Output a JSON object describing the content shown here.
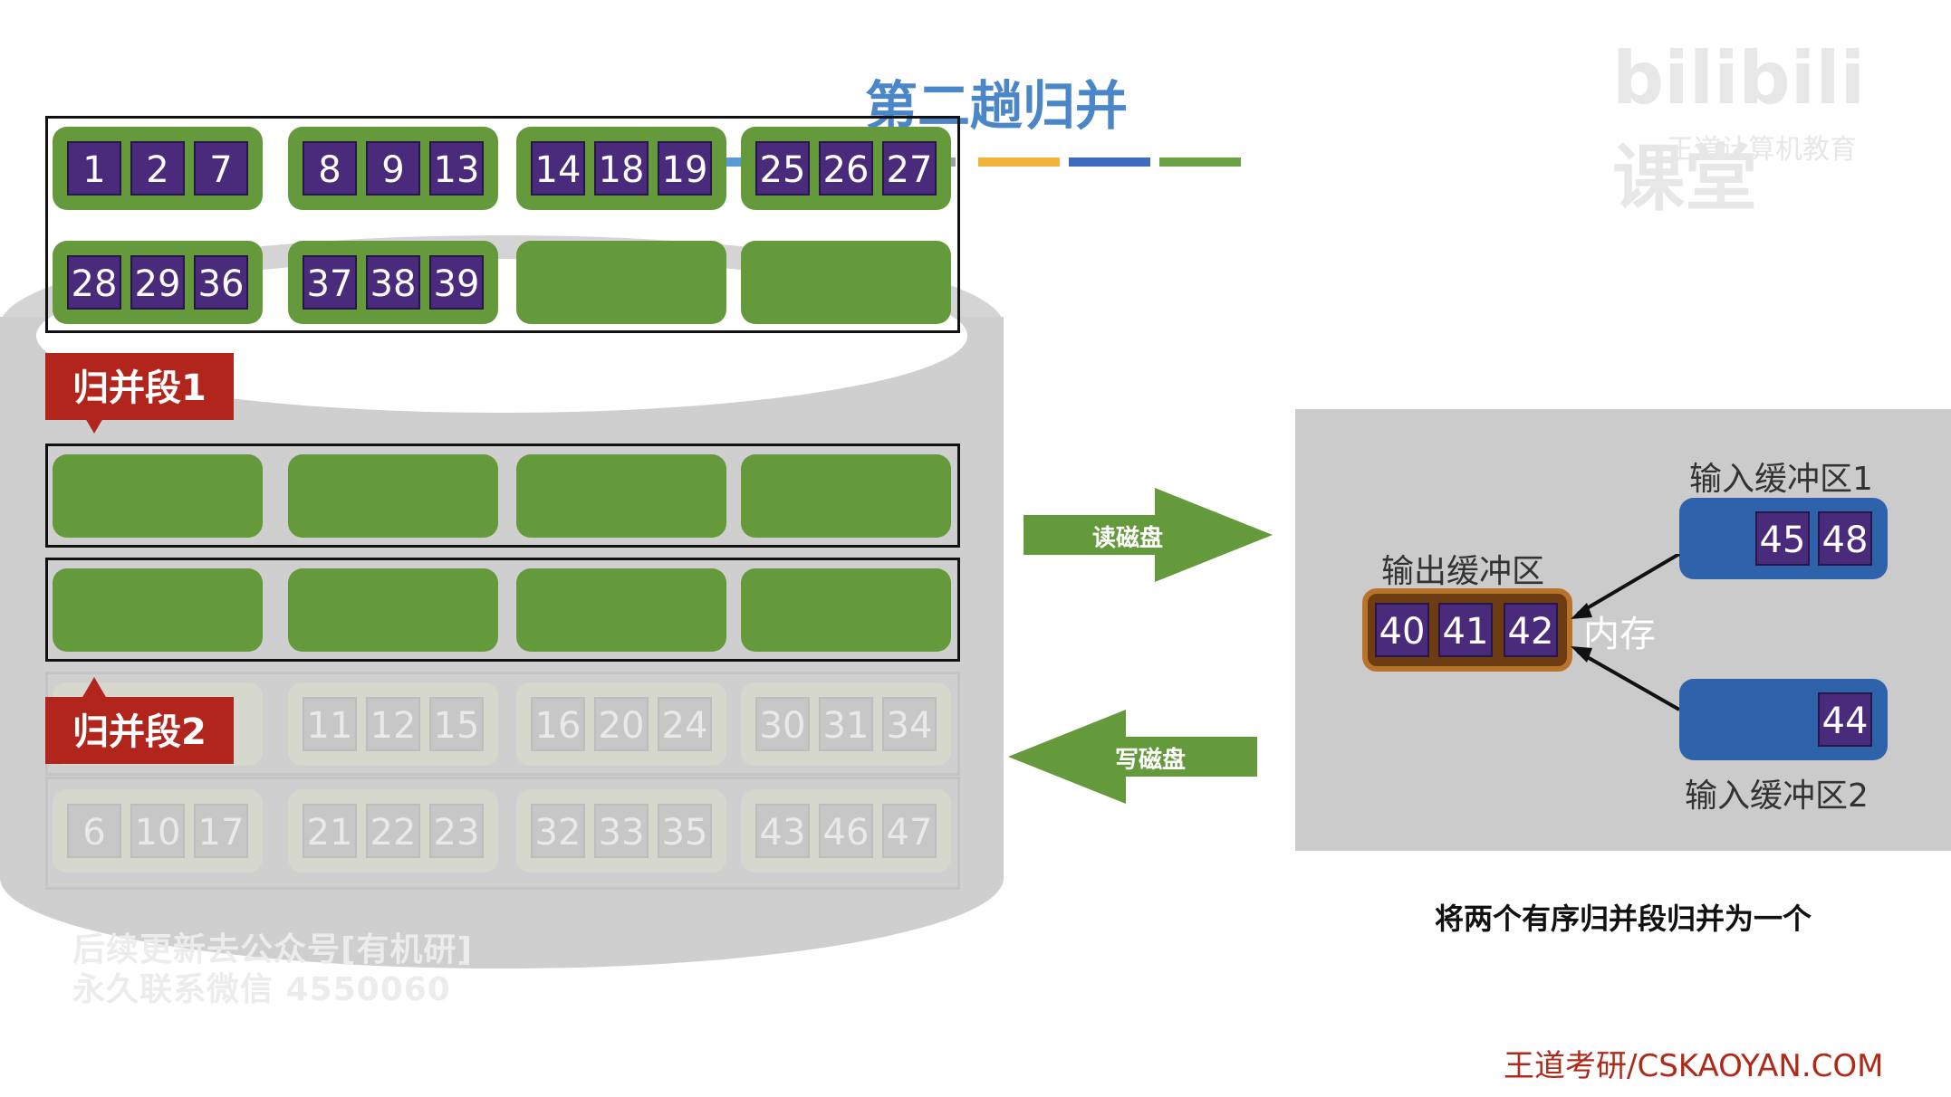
{
  "title": "第二趟归并",
  "watermark": {
    "logo": "bilibili 课堂",
    "sub": "王道计算机教育"
  },
  "legend_colors": [
    "#5a9bd5",
    "#9e9e9e",
    "#f2b43a",
    "#3f6bbf",
    "#6aa245"
  ],
  "colors": {
    "block": "#64993c",
    "number": "#4a2a7a",
    "segment_label": "#b1251d",
    "input_buffer": "#2e62ab",
    "output_buffer": "#6e3c12"
  },
  "segment1_label": "归并段1",
  "segment2_label": "归并段2",
  "disk_rows": [
    [
      [
        "1",
        "2",
        "7"
      ],
      [
        "8",
        "9",
        "13"
      ],
      [
        "14",
        "18",
        "19"
      ],
      [
        "25",
        "26",
        "27"
      ]
    ],
    [
      [
        "28",
        "29",
        "36"
      ],
      [
        "37",
        "38",
        "39"
      ],
      [],
      []
    ],
    [
      [],
      [],
      [],
      []
    ],
    [
      [],
      [],
      [],
      []
    ],
    [
      [
        "",
        "",
        ""
      ],
      [
        "11",
        "12",
        "15"
      ],
      [
        "16",
        "20",
        "24"
      ],
      [
        "30",
        "31",
        "34"
      ]
    ],
    [
      [
        "6",
        "10",
        "17"
      ],
      [
        "21",
        "22",
        "23"
      ],
      [
        "32",
        "33",
        "35"
      ],
      [
        "43",
        "46",
        "47"
      ]
    ]
  ],
  "contact_line1": "后续更新去公众号[有机研]",
  "contact_line2": "永久联系微信 4550060",
  "read_disk": "读磁盘",
  "write_disk": "写磁盘",
  "memory": {
    "input_buffer1_label": "输入缓冲区1",
    "input_buffer1_values": [
      "45",
      "48"
    ],
    "input_buffer2_label": "输入缓冲区2",
    "input_buffer2_values": [
      "44"
    ],
    "output_buffer_label": "输出缓冲区",
    "output_buffer_values": [
      "40",
      "41",
      "42"
    ],
    "memory_label": "内存"
  },
  "caption": "将两个有序归并段归并为一个",
  "brand": "王道考研/CSKAOYAN.COM"
}
